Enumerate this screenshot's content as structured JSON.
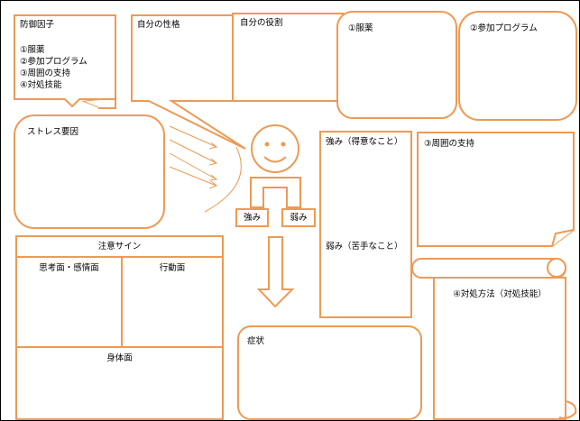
{
  "colors": {
    "stroke": "#ED9A55",
    "frame": "#000000",
    "fill": "#FFFFFF"
  },
  "defense": {
    "title": "防御因子",
    "items": [
      "①服薬",
      "②参加プログラム",
      "③周囲の支持",
      "④対処技能"
    ]
  },
  "personality": "自分の性格",
  "role": "自分の役割",
  "medication": "①服薬",
  "program": "②参加プログラム",
  "stress": "ストレス要因",
  "figure": {
    "strengths_tag": "強み",
    "weaknesses_tag": "弱み"
  },
  "strengths": "強み（得意なこと）",
  "weaknesses": "弱み（苦手なこと）",
  "support": "③周囲の支持",
  "warning": {
    "title": "注意サイン",
    "thoughts": "思考面・感情面",
    "behavior": "行動面",
    "body": "身体面"
  },
  "coping": "④対処方法（対処技能）",
  "symptoms": "症状"
}
